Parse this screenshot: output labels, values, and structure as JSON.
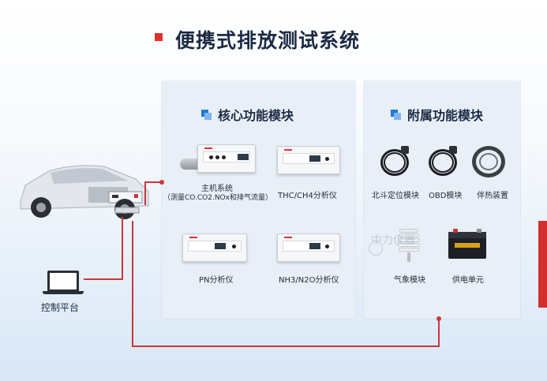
{
  "title": "便携式排放测试系统",
  "core_panel": {
    "heading": "核心功能模块",
    "items": [
      {
        "label_line1": "主机系统",
        "label_line2": "（测量CO.CO2.NOx和排气流量）"
      },
      {
        "label": "THC/CH4分析仪"
      },
      {
        "label": "PN分析仪"
      },
      {
        "label": "NH3/N2O分析仪"
      }
    ]
  },
  "accessory_panel": {
    "heading": "附属功能模块",
    "items": [
      {
        "label": "北斗定位模块"
      },
      {
        "label": "OBD模块"
      },
      {
        "label": "伴热装置"
      },
      {
        "label": "气象模块"
      },
      {
        "label": "供电单元"
      }
    ]
  },
  "control_platform": {
    "label": "控制平台"
  },
  "watermark": "中力仪器",
  "colors": {
    "accent_red": "#c7383c",
    "title_mark": "#e02d2d",
    "panel_bg": "#e8eff7",
    "icon_blue": "#1e78d8"
  },
  "icons": [
    "car-illustration",
    "laptop-icon",
    "cable-coil-icon",
    "weather-station-icon",
    "battery-icon"
  ]
}
